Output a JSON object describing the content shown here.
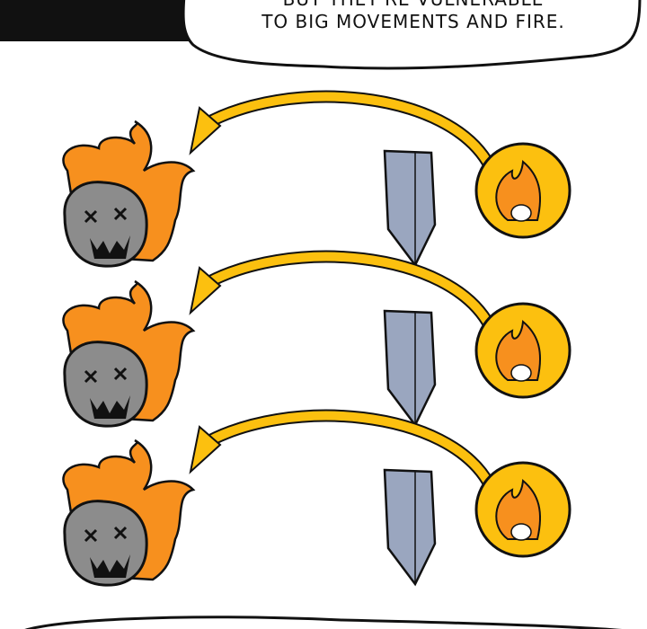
{
  "speech_bubble": {
    "line1": "BUT THEY'RE VULNERABLE",
    "line2": "TO BIG MOVEMENTS AND FIRE."
  },
  "colors": {
    "fire": "#f7901e",
    "fire_circle": "#fcc00f",
    "arrow": "#fcc00f",
    "skull": "#8c8c8c",
    "blade": "#9aa6bf"
  },
  "rows": [
    {
      "label": "row-1"
    },
    {
      "label": "row-2"
    },
    {
      "label": "row-3"
    }
  ]
}
